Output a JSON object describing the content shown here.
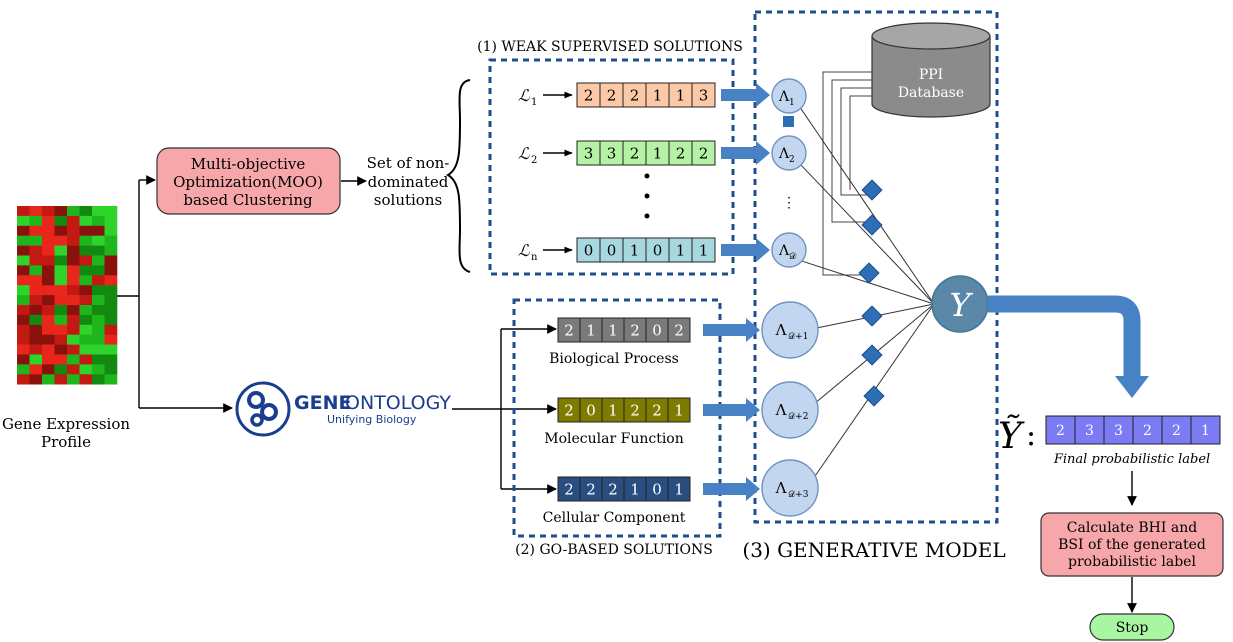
{
  "input": {
    "caption_line1": "Gene Expression",
    "caption_line2": "Profile"
  },
  "moo_box": {
    "line1": "Multi-objective",
    "line2": "Optimization(MOO)",
    "line3": "based Clustering"
  },
  "nondominated": {
    "line1": "Set of non-",
    "line2": "dominated",
    "line3": "solutions"
  },
  "gene_ontology": {
    "name_bold": "GENE",
    "name_rest": "ONTOLOGY",
    "tagline": "Unifying Biology"
  },
  "weak_section": {
    "title": "(1) WEAK SUPERVISED SOLUTIONS",
    "rows": [
      {
        "label": "ℒ",
        "sub": "1",
        "values": [
          "2",
          "2",
          "2",
          "1",
          "1",
          "3"
        ],
        "color": "#fcc9a8"
      },
      {
        "label": "ℒ",
        "sub": "2",
        "values": [
          "3",
          "3",
          "2",
          "1",
          "2",
          "2"
        ],
        "color": "#b6f2a6"
      },
      {
        "label": "ℒ",
        "sub": "n",
        "values": [
          "0",
          "0",
          "1",
          "0",
          "1",
          "1"
        ],
        "color": "#a8d8df"
      }
    ]
  },
  "go_section": {
    "title": "(2) GO-BASED SOLUTIONS",
    "rows": [
      {
        "name": "Biological Process",
        "values": [
          "2",
          "1",
          "1",
          "2",
          "0",
          "2"
        ],
        "color": "#7a7a7a"
      },
      {
        "name": "Molecular Function",
        "values": [
          "2",
          "0",
          "1",
          "2",
          "2",
          "1"
        ],
        "color": "#7f7a00"
      },
      {
        "name": "Cellular Component",
        "values": [
          "2",
          "2",
          "2",
          "1",
          "0",
          "1"
        ],
        "color": "#2a4d80"
      }
    ]
  },
  "generative": {
    "title": "(3) GENERATIVE MODEL",
    "database_line1": "PPI",
    "database_line2": "Database",
    "nodes": [
      {
        "base": "Λ",
        "sub": "1"
      },
      {
        "base": "Λ",
        "sub": "2"
      },
      {
        "base": "Λ",
        "sub": "𝒟"
      },
      {
        "base": "Λ",
        "sub": "𝒟+1"
      },
      {
        "base": "Λ",
        "sub": "𝒟+2"
      },
      {
        "base": "Λ",
        "sub": "𝒟+3"
      }
    ],
    "ellipsis": "⋮",
    "output_node": "Y"
  },
  "final": {
    "symbol": "Ỹ",
    "colon": ":",
    "values": [
      "2",
      "3",
      "3",
      "2",
      "2",
      "1"
    ],
    "color": "#7b7bf3",
    "caption": "Final probabilistic label"
  },
  "bhi_box": {
    "line1": "Calculate BHI and",
    "line2": "BSI of the generated",
    "line3": "probabilistic label"
  },
  "stop": {
    "label": "Stop"
  },
  "colors": {
    "arrow_blue": "#4682c4",
    "node_fill": "#c2d6ef",
    "node_stroke": "#6f93c1",
    "output_fill": "#5b87a8",
    "diamond": "#2d6fb7",
    "dash": "#1f4e8c",
    "pink_box": "#f7a7a9",
    "stop_green": "#a8f5a2"
  }
}
